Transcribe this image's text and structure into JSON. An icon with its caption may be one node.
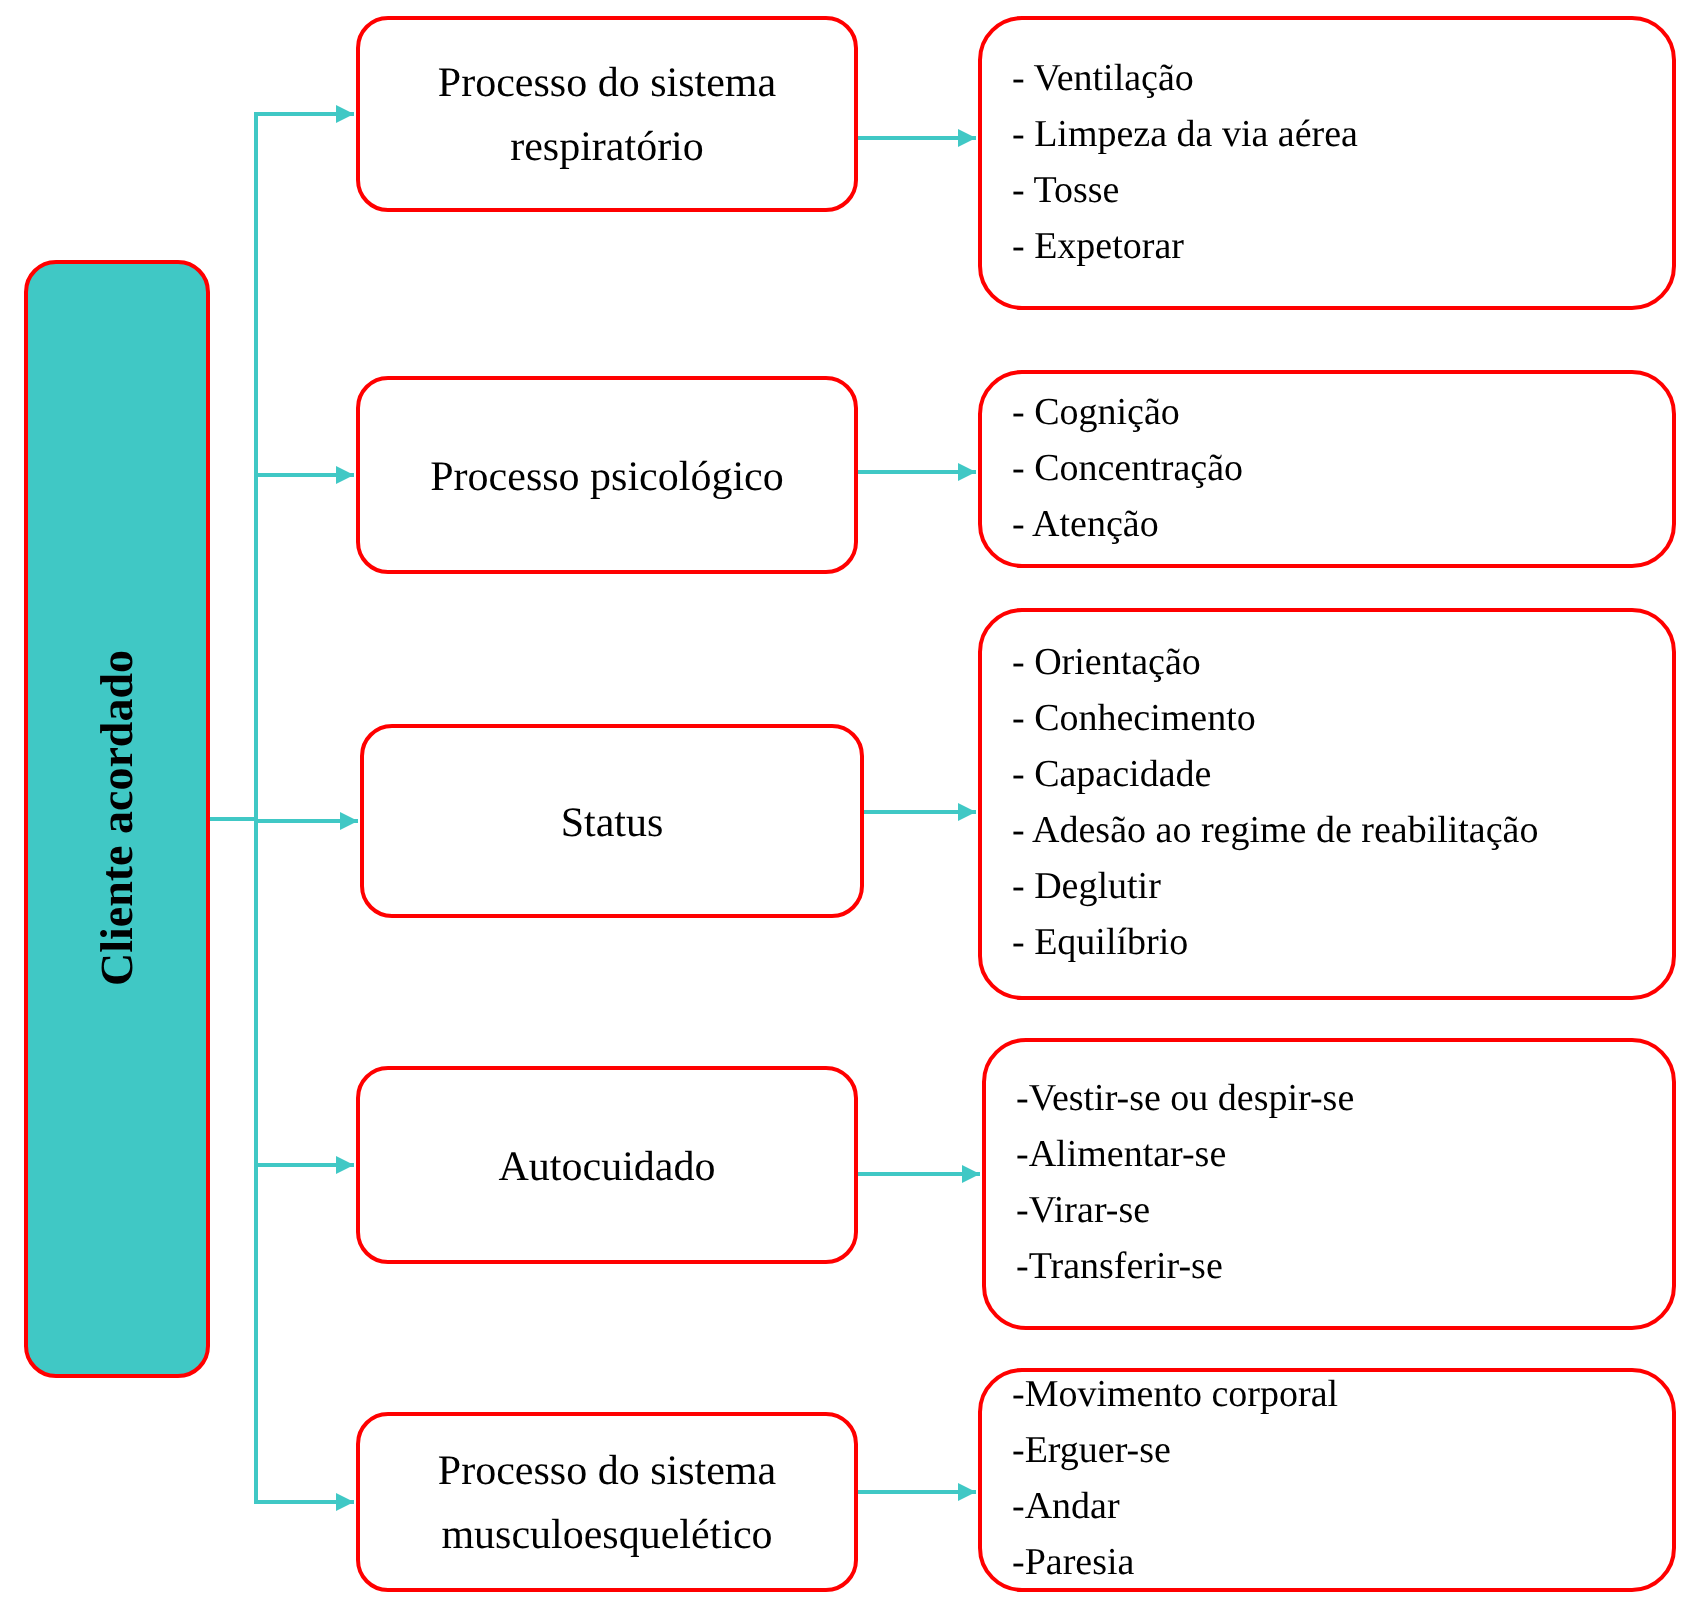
{
  "diagram": {
    "nodes": [
      {
        "text": [
          "Cliente acordado"
        ]
      },
      {
        "text": [
          "Processo do sistema respiratório"
        ]
      },
      {
        "text": [
          "Processo psicológico"
        ]
      },
      {
        "text": [
          "Status"
        ]
      },
      {
        "text": [
          "Autocuidado"
        ]
      },
      {
        "text": [
          "Processo do sistema musculoesquelético"
        ]
      },
      {
        "text": [
          "- Ventilação",
          "- Limpeza da via aérea",
          "- Tosse",
          "- Expetorar"
        ]
      },
      {
        "text": [
          "- Cognição",
          "- Concentração",
          "- Atenção"
        ]
      },
      {
        "text": [
          "- Orientação",
          "- Conhecimento",
          "- Capacidade",
          "- Adesão ao regime de reabilitação",
          "- Deglutir",
          "- Equilíbrio"
        ]
      },
      {
        "text": [
          "-Vestir-se ou despir-se",
          "-Alimentar-se",
          "-Virar-se",
          "-Transferir-se"
        ]
      },
      {
        "text": [
          "-Movimento corporal",
          "-Erguer-se",
          "-Andar",
          "-Paresia"
        ]
      }
    ],
    "edges": [
      {
        "from": 0,
        "to": 1,
        "arrow": "to"
      },
      {
        "from": 0,
        "to": 2,
        "arrow": "to"
      },
      {
        "from": 0,
        "to": 3,
        "arrow": "to"
      },
      {
        "from": 0,
        "to": 4,
        "arrow": "to"
      },
      {
        "from": 0,
        "to": 5,
        "arrow": "to"
      },
      {
        "from": 1,
        "to": 6,
        "arrow": "to"
      },
      {
        "from": 2,
        "to": 7,
        "arrow": "to"
      },
      {
        "from": 3,
        "to": 8,
        "arrow": "to"
      },
      {
        "from": 4,
        "to": 9,
        "arrow": "to"
      },
      {
        "from": 5,
        "to": 10,
        "arrow": "to"
      }
    ]
  }
}
